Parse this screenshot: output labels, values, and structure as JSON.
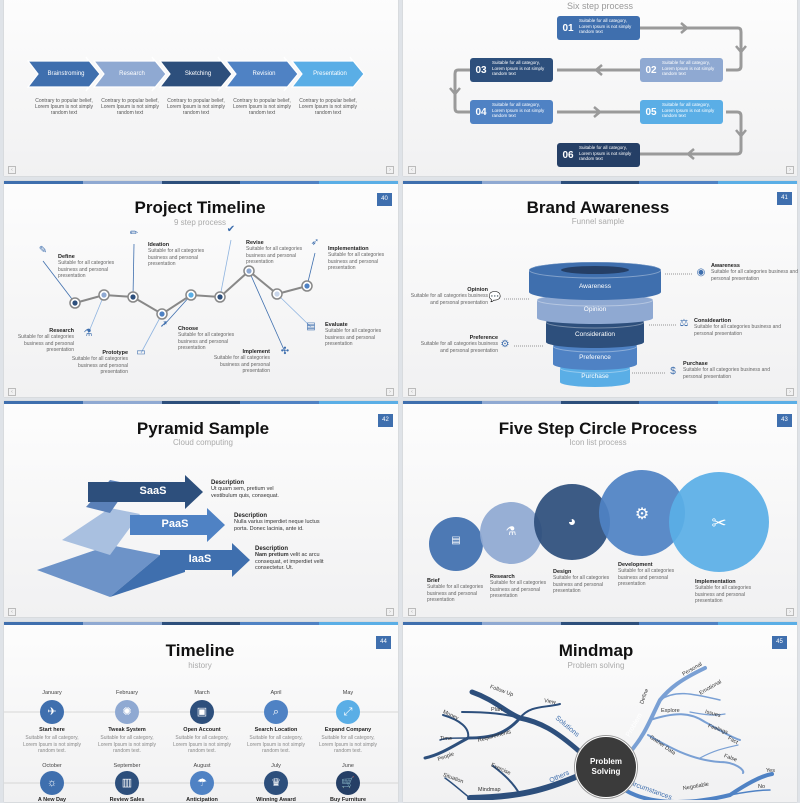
{
  "colors": {
    "c1": "#3f6fae",
    "c2": "#8fa9d2",
    "c3": "#2d4f7c",
    "c4": "#4f82c4",
    "c5": "#5aaee6",
    "c6": "#253f66",
    "connector": "#9a9a9a"
  },
  "process_arrows": {
    "steps": [
      {
        "label": "Brainstroming",
        "desc": "Contrary to popular belief, Lorem Ipsum is not simply random text"
      },
      {
        "label": "Research",
        "desc": "Contrary to popular belief, Lorem Ipsum is not simply random text"
      },
      {
        "label": "Sketching",
        "desc": "Contrary to popular belief, Lorem Ipsum is not simply random text"
      },
      {
        "label": "Revision",
        "desc": "Contrary to popular belief, Lorem Ipsum is not simply random text"
      },
      {
        "label": "Presentation",
        "desc": "Contrary to popular belief, Lorem Ipsum is not simply random text"
      }
    ]
  },
  "six_step": {
    "subtitle": "Six step process",
    "steps": [
      {
        "num": "01",
        "text": "Suitable for all category, Lorem Ipsum is not simply random text"
      },
      {
        "num": "02",
        "text": "Suitable for all category, Lorem Ipsum is not simply random text"
      },
      {
        "num": "03",
        "text": "Suitable for all category, Lorem Ipsum is not simply random text"
      },
      {
        "num": "04",
        "text": "Suitable for all category, Lorem Ipsum is not simply random text"
      },
      {
        "num": "05",
        "text": "Suitable for all category, Lorem Ipsum is not simply random text"
      },
      {
        "num": "06",
        "text": "Suitable for all category, Lorem Ipsum is not simply random text"
      }
    ]
  },
  "project_timeline": {
    "page": "40",
    "title": "Project Timeline",
    "subtitle": "9 step process",
    "steps": [
      {
        "label": "Define",
        "desc": "Suitable for all categories business and personal presentation",
        "icon": "pencil-square-icon"
      },
      {
        "label": "Research",
        "desc": "Suitable for all categories business and personal presentation",
        "icon": "flask-icon"
      },
      {
        "label": "Ideation",
        "desc": "Suitable for all categories business and personal presentation",
        "icon": "pencil-icon"
      },
      {
        "label": "Prototype",
        "desc": "Suitable for all categories business and personal presentation",
        "icon": "inbox-icon"
      },
      {
        "label": "Choose",
        "desc": "Suitable for all categories business and personal presentation",
        "icon": "cursor-icon"
      },
      {
        "label": "Revise",
        "desc": "Suitable for all categories business and personal presentation",
        "icon": "clipboard-check-icon"
      },
      {
        "label": "Implement",
        "desc": "Suitable for all categories business and personal presentation",
        "icon": "puzzle-icon"
      },
      {
        "label": "Evaluate",
        "desc": "Suitable for all categories business and personal presentation",
        "icon": "certificate-icon"
      },
      {
        "label": "Implementation",
        "desc": "Suitable for all categories business and personal presentation",
        "icon": "rocket-icon"
      }
    ]
  },
  "brand": {
    "page": "41",
    "title": "Brand Awareness",
    "subtitle": "Funnel sample",
    "layers": [
      "Awareness",
      "Opinion",
      "Consideration",
      "Preference",
      "Purchase"
    ],
    "notes": [
      {
        "label": "Awareness",
        "desc": "Suitable for all categories business and personal presentation",
        "icon": "eye-icon"
      },
      {
        "label": "Opinion",
        "desc": "Suitable for all categories business and personal presentation",
        "icon": "chat-icon"
      },
      {
        "label": "Consideartion",
        "desc": "Suitable for all categories business and personal presentation",
        "icon": "scales-icon"
      },
      {
        "label": "Preference",
        "desc": "Suitable for all categories business and personal presentation",
        "icon": "gears-icon"
      },
      {
        "label": "Purchase",
        "desc": "Suitable for all categories business and personal presentation",
        "icon": "money-icon"
      }
    ]
  },
  "pyramid": {
    "page": "42",
    "title": "Pyramid Sample",
    "subtitle": "Cloud computing",
    "tiers": [
      {
        "label": "SaaS",
        "heading": "Description",
        "bold": "",
        "text": "Ut quam sem, pretium vel vestibulum quis, consequat."
      },
      {
        "label": "PaaS",
        "heading": "Description",
        "bold": "",
        "text": "Nulla varius imperdiet neque luctus porta. Donec lacinia, ante id."
      },
      {
        "label": "IaaS",
        "heading": "Description",
        "bold": "Nam pretium",
        "text": " velit ac arcu consequat, et imperdiet velit consectetur. Ut."
      }
    ]
  },
  "circles": {
    "page": "43",
    "title": "Five Step Circle Process",
    "subtitle": "Icon list process",
    "steps": [
      {
        "label": "Brief",
        "desc": "Suitable for all categories business and personal presentation",
        "icon": "clipboard-icon"
      },
      {
        "label": "Research",
        "desc": "Suitable for all categories business and personal presentation",
        "icon": "flask-icon"
      },
      {
        "label": "Design",
        "desc": "Suitable for all categories business and personal presentation",
        "icon": "palette-icon"
      },
      {
        "label": "Development",
        "desc": "Suitable for all categories business and personal presentation",
        "icon": "gears-icon"
      },
      {
        "label": "Implementation",
        "desc": "Suitable for all categories business and personal presentation",
        "icon": "tools-icon"
      }
    ]
  },
  "timeline": {
    "page": "44",
    "title": "Timeline",
    "subtitle": "history",
    "top": [
      {
        "month": "January",
        "label": "Start here",
        "desc": "Suitable for all category, Lorem Ipsum is not simply random text.",
        "icon": "airplane-icon"
      },
      {
        "month": "February",
        "label": "Tweak System",
        "desc": "Suitable for all category, Lorem Ipsum is not simply random text.",
        "icon": "gear-icon"
      },
      {
        "month": "March",
        "label": "Open Account",
        "desc": "Suitable for all category, Lorem Ipsum is not simply random text.",
        "icon": "safe-icon"
      },
      {
        "month": "April",
        "label": "Search Location",
        "desc": "Suitable for all category, Lorem Ipsum is not simply random text.",
        "icon": "search-icon"
      },
      {
        "month": "May",
        "label": "Expand Company",
        "desc": "Suitable for all category, Lorem Ipsum is not simply random text.",
        "icon": "expand-icon"
      }
    ],
    "bottom": [
      {
        "month": "October",
        "label": "A New Day",
        "icon": "sun-icon"
      },
      {
        "month": "September",
        "label": "Review Sales",
        "icon": "chart-icon"
      },
      {
        "month": "August",
        "label": "Anticipation",
        "icon": "umbrella-icon"
      },
      {
        "month": "July",
        "label": "Winning Award",
        "icon": "trophy-icon"
      },
      {
        "month": "June",
        "label": "Buy Furniture",
        "icon": "cart-icon"
      }
    ]
  },
  "mindmap": {
    "page": "45",
    "title": "Mindmap",
    "subtitle": "Problem solving",
    "center": "Problem Solving",
    "words": [
      "Follow Up",
      "View",
      "Plan",
      "Solutions",
      "Money",
      "Time",
      "Requirements",
      "People",
      "Exercise",
      "Situation",
      "Mindmap",
      "Others",
      "Problem",
      "Define",
      "Personal",
      "Emotional",
      "Explore",
      "Issues",
      "Feelings",
      "Gather Data",
      "Fact",
      "False",
      "Circumstances",
      "Negotiable",
      "Yes",
      "No"
    ]
  },
  "nav": {
    "prev": "‹",
    "next": "›"
  }
}
